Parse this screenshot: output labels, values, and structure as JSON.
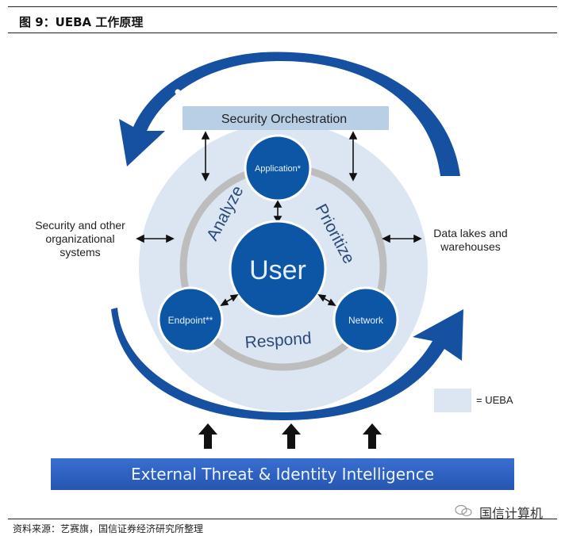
{
  "header": {
    "title": "图 9：UEBA 工作原理"
  },
  "diagram": {
    "top_box": "Security Orchestration",
    "center": "User",
    "nodes": {
      "application": "Application*",
      "endpoint": "Endpoint**",
      "network": "Network"
    },
    "phases": {
      "analyze": "Analyze",
      "prioritize": "Prioritize",
      "respond": "Respond"
    },
    "left_label": [
      "Security and other",
      "organizational",
      "systems"
    ],
    "right_label": [
      "Data lakes and",
      "warehouses"
    ],
    "bottom_bar": "External Threat & Identity Intelligence",
    "legend": {
      "label": "= UEBA",
      "color": "#dce6f2"
    },
    "colors": {
      "node_blue": "#0d56a6",
      "arrow_blue": "#1650a0",
      "ring_gray": "#bdbdbd",
      "ueba_fill": "#dce6f2",
      "orchestration_fill": "#b8cfe6"
    }
  },
  "footer": {
    "source": "资料来源：艺赛旗，国信证券经济研究所整理",
    "watermark": "国信计算机"
  }
}
